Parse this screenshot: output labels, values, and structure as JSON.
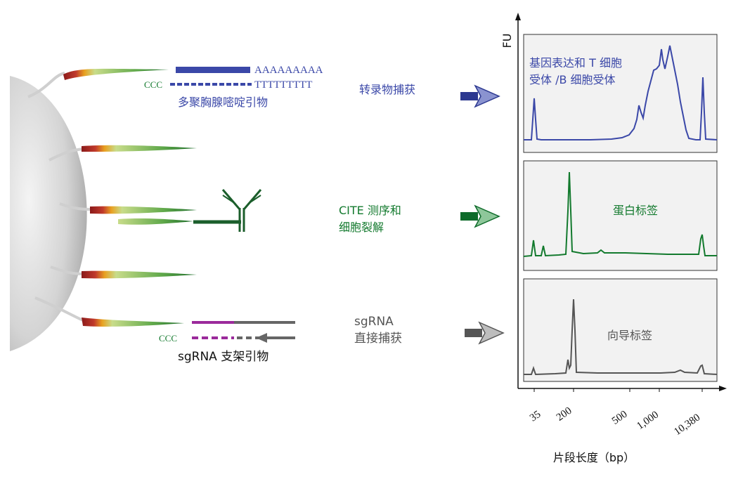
{
  "colors": {
    "blue": "#3b48a8",
    "green": "#137a2e",
    "gray": "#555555",
    "magenta": "#9b2a9b",
    "panel_bg": "#f2f2f2"
  },
  "left": {
    "polyA_seq": "AAAAAAAAA",
    "polyT_seq": "TTTTTTTTT",
    "ccc_top": "CCC",
    "ccc_bottom": "CCC",
    "polyT_primer_label": "多聚胸腺嘧啶引物",
    "sgrna_primer_label": "sgRNA 支架引物"
  },
  "middle": {
    "capture1": "转录物捕获",
    "capture2_line1": "CITE 测序和",
    "capture2_line2": "细胞裂解",
    "capture3_line1": "sgRNA",
    "capture3_line2": "直接捕获"
  },
  "chart": {
    "ylabel": "FU",
    "xlabel": "片段长度（bp）",
    "ticks": [
      "35",
      "200",
      "500",
      "1,000",
      "10,380"
    ],
    "panel1_title_line1": "基因表达和 T 细胞",
    "panel1_title_line2": "受体 /B 细胞受体",
    "panel2_title": "蛋白标签",
    "panel3_title": "向导标签"
  },
  "chart_data": {
    "type": "line",
    "xlabel": "片段长度（bp）",
    "ylabel": "FU",
    "x_ticks": [
      "35",
      "200",
      "500",
      "1,000",
      "10,380"
    ],
    "panels": [
      {
        "title": "基因表达和 T 细胞受体 /B 细胞受体",
        "color": "#3b48a8",
        "peaks_bp": [
          35,
          1000,
          10380
        ]
      },
      {
        "title": "蛋白标签",
        "color": "#137a2e",
        "peaks_bp": [
          35,
          200,
          10380
        ]
      },
      {
        "title": "向导标签",
        "color": "#555555",
        "peaks_bp": [
          35,
          200,
          10380
        ]
      }
    ]
  }
}
